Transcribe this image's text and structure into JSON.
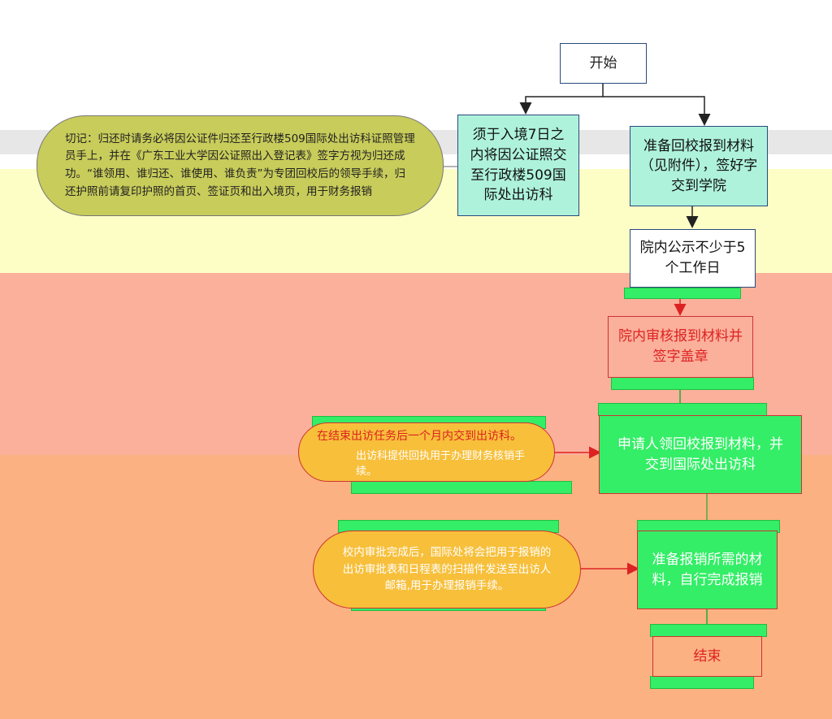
{
  "nodes": {
    "start": "开始",
    "left_step": "须于入境7日之内将因公证照交至行政楼509国际处出访科",
    "right_step": "准备回校报到材料（见附件），签好字交到学院",
    "publicity": "院内公示不少于5个工作日",
    "review": "院内审核报到材料并签字盖章",
    "submit": "申请人领回校报到材料，并交到国际处出访科",
    "prepare": "准备报销所需的材料，自行完成报销",
    "end": "结束"
  },
  "notes": {
    "reminder": "切记：归还时请务必将因公证件归还至行政楼509国际处出访科证照管理员手上，并在《广东工业大学因公证照出入登记表》签字方视为归还成功。“谁领用、谁归还、谁使用、谁负责”为专团回校后的领导手续，归还护照前请复印护照的首页、签证页和出入境页，用于财务报销",
    "report_deadline": "在结束出访任务后一个月内交到出访科。",
    "report_receipt": "出访科提供回执用于办理财务核销手续。",
    "scan_notice": "校内审批完成后，国际处将会把用于报销的出访审批表和日程表的扫描件发送至出访人邮箱,用于办理报销手续。"
  },
  "colors": {
    "step_fill": "#aef2dc",
    "step_border": "#2a4a7c",
    "start_border": "#2a4a7c",
    "note_fill": "#c8cc5a",
    "note_fill_orange": "#f7bf3a",
    "band_salmon": "#fbb09b",
    "band_orange": "#fcb182",
    "band_yellow": "#fdfdc6",
    "red_text": "#dd2222"
  }
}
